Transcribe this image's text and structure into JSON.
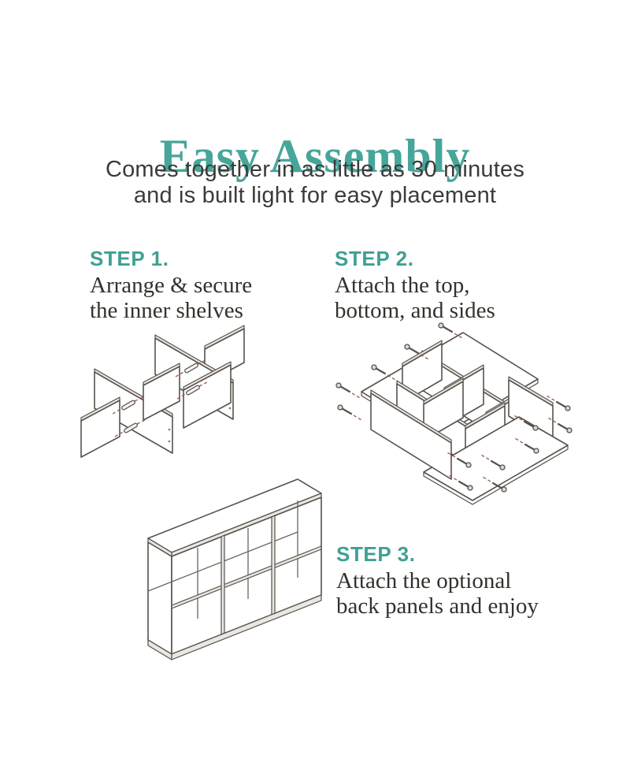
{
  "page": {
    "background": "#ffffff"
  },
  "header": {
    "title": "Easy Assembly",
    "subtitle_line1": "Comes together in as little as 30 minutes",
    "subtitle_line2": "and is built light for easy placement"
  },
  "steps": [
    {
      "label": "STEP 1.",
      "caption_line1": "Arrange & secure",
      "caption_line2": "the inner shelves",
      "illustration": "exploded-inner-shelves-with-dowels"
    },
    {
      "label": "STEP 2.",
      "caption_line1": "Attach the top,",
      "caption_line2": "bottom, and sides",
      "illustration": "exploded-outer-panels-with-screws"
    },
    {
      "label": "STEP 3.",
      "caption_line1": "Attach the optional",
      "caption_line2": "back panels and enjoy",
      "illustration": "assembled-six-cube-shelf"
    }
  ],
  "colors": {
    "title_teal": "#46a69a",
    "step_label_teal": "#3fa093",
    "body_text": "#34312c",
    "line_art": "#56514b",
    "fastener_guide_red": "#9a5050"
  }
}
